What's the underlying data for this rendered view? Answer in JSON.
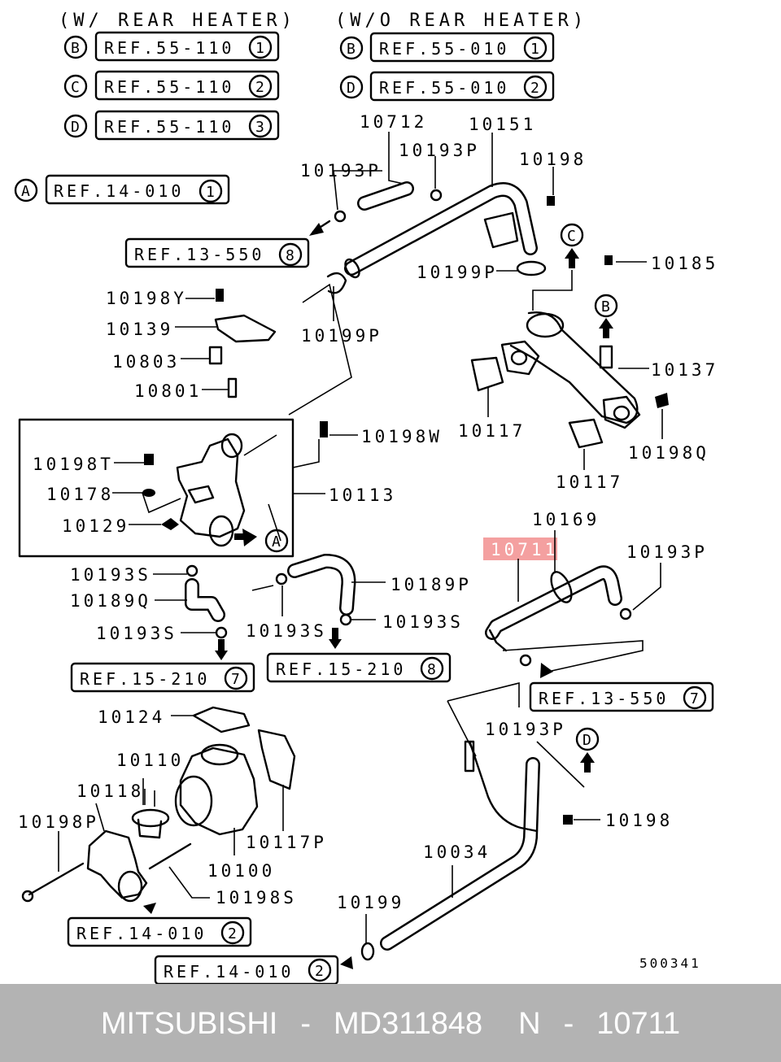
{
  "headers": {
    "with_heater": "(W/ REAR HEATER)",
    "without_heater": "(W/O REAR HEATER)"
  },
  "refs": {
    "b_with": {
      "letter": "B",
      "text": "REF.55-110",
      "num": "1"
    },
    "c_with": {
      "letter": "C",
      "text": "REF.55-110",
      "num": "2"
    },
    "d_with": {
      "letter": "D",
      "text": "REF.55-110",
      "num": "3"
    },
    "b_without": {
      "letter": "B",
      "text": "REF.55-010",
      "num": "1"
    },
    "d_without": {
      "letter": "D",
      "text": "REF.55-010",
      "num": "2"
    },
    "a_main": {
      "letter": "A",
      "text": "REF.14-010",
      "num": "1"
    },
    "r13_550_top": {
      "text": "REF.13-550",
      "num": "8"
    },
    "r15_210_left": {
      "text": "REF.15-210",
      "num": "7"
    },
    "r15_210_mid": {
      "text": "REF.15-210",
      "num": "8"
    },
    "r13_550_right": {
      "text": "REF.13-550",
      "num": "7"
    },
    "r14_010_left": {
      "text": "REF.14-010",
      "num": "2"
    },
    "r14_010_bottom": {
      "text": "REF.14-010",
      "num": "2"
    }
  },
  "arrow_markers": {
    "a": "A",
    "b": "B",
    "c": "C",
    "d": "D"
  },
  "parts": {
    "p10712": "10712",
    "p10151": "10151",
    "p10193P_a": "10193P",
    "p10193P_b": "10193P",
    "p10198_top": "10198",
    "p10199P_a": "10199P",
    "p10185": "10185",
    "p10198Y": "10198Y",
    "p10139": "10139",
    "p10199P_b": "10199P",
    "p10803": "10803",
    "p10137": "10137",
    "p10801": "10801",
    "p10117_a": "10117",
    "p10198W": "10198W",
    "p10198Q": "10198Q",
    "p10198T": "10198T",
    "p10178": "10178",
    "p10113": "10113",
    "p10117_b": "10117",
    "p10129": "10129",
    "p10169": "10169",
    "p10711": "10711",
    "p10193P_c": "10193P",
    "p10193S_a": "10193S",
    "p10189P": "10189P",
    "p10189Q": "10189Q",
    "p10193S_b": "10193S",
    "p10193S_c": "10193S",
    "p10193S_d": "10193S",
    "p10124": "10124",
    "p10193P_d": "10193P",
    "p10110": "10110",
    "p10118": "10118",
    "p10198P": "10198P",
    "p10117P": "10117P",
    "p10198_bot": "10198",
    "p10100": "10100",
    "p10034": "10034",
    "p10198S": "10198S",
    "p10199": "10199"
  },
  "highlight_color": "#f08080",
  "diagram_code": "500341",
  "footer": {
    "brand": "MITSUBISHI",
    "sep1": "-",
    "part_number": "MD311848",
    "ref_prefix": "N",
    "sep2": "-",
    "ref_number": "10711"
  }
}
